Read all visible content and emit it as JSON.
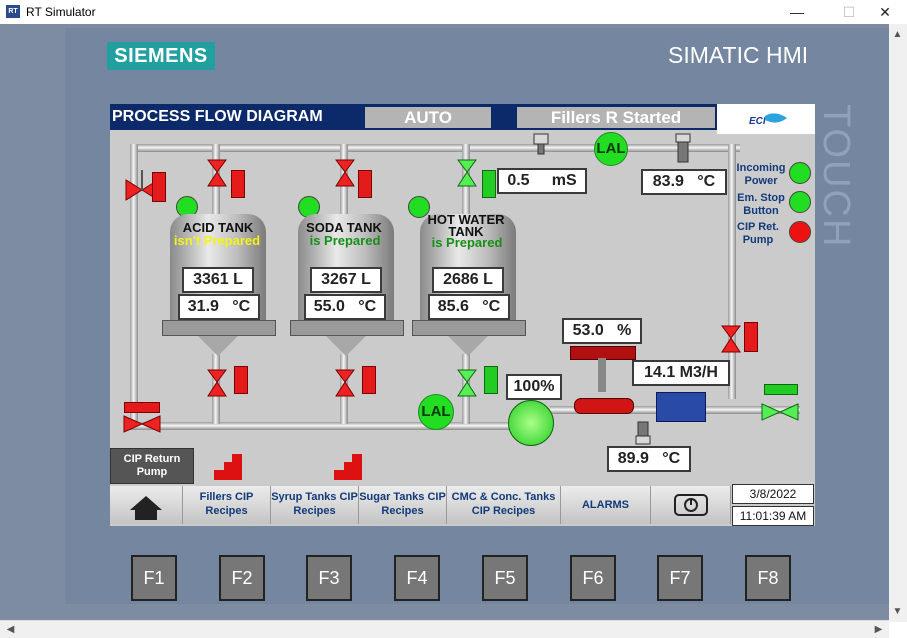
{
  "window": {
    "title": "RT Simulator",
    "icon_text": "RT",
    "min": "—",
    "max": "☐",
    "close": "✕"
  },
  "device": {
    "brand": "SIEMENS",
    "product": "SIMATIC HMI",
    "side_label": "TOUCH"
  },
  "screen": {
    "header_title": "PROCESS FLOW DIAGRAM",
    "mode": "AUTO",
    "status": "Fillers R Started",
    "conductivity": "0.5     mS",
    "top_temp": "83.9   °C",
    "lal_top": "LAL",
    "lal_bottom": "LAL",
    "indicators": [
      {
        "label": "Incoming Power",
        "state": "green"
      },
      {
        "label": "Em. Stop Button",
        "state": "green"
      },
      {
        "label": "CIP Ret. Pump",
        "state": "red"
      }
    ],
    "tanks": [
      {
        "name": "ACID TANK",
        "status": "isn't Prepared",
        "status_color": "#f3f31a",
        "level": "3361 L",
        "temp": "31.9   °C"
      },
      {
        "name": "SODA TANK",
        "status": "is Prepared",
        "status_color": "#178f17",
        "level": "3267 L",
        "temp": "55.0   °C"
      },
      {
        "name": "HOT WATER TANK",
        "status": "is Prepared",
        "status_color": "#178f17",
        "level": "2686 L",
        "temp": "85.6   °C"
      }
    ],
    "pump_speed": "100%",
    "valve_open": "53.0   %",
    "flow": "14.1 M3/H",
    "return_temp": "89.9   °C",
    "cip_return_pump": "CIP Return Pump",
    "nav": {
      "home_icon": "home-icon",
      "fillers": "Fillers CIP Recipes",
      "syrup": "Syrup Tanks CIP Recipes",
      "sugar": "Sugar Tanks CIP Recipes",
      "cmc": "CMC & Conc. Tanks CIP Recipes",
      "alarms": "ALARMS",
      "power_icon": "power-icon"
    },
    "date": "3/8/2022",
    "time": "11:01:39 AM"
  },
  "function_keys": [
    "F1",
    "F2",
    "F3",
    "F4",
    "F5",
    "F6",
    "F7",
    "F8"
  ],
  "colors": {
    "pipe": "#d4d4d4",
    "valve_red": "#e51a1a",
    "valve_green": "#22cc22",
    "header": "#0c2a6a",
    "bezel": "#7486a0"
  }
}
